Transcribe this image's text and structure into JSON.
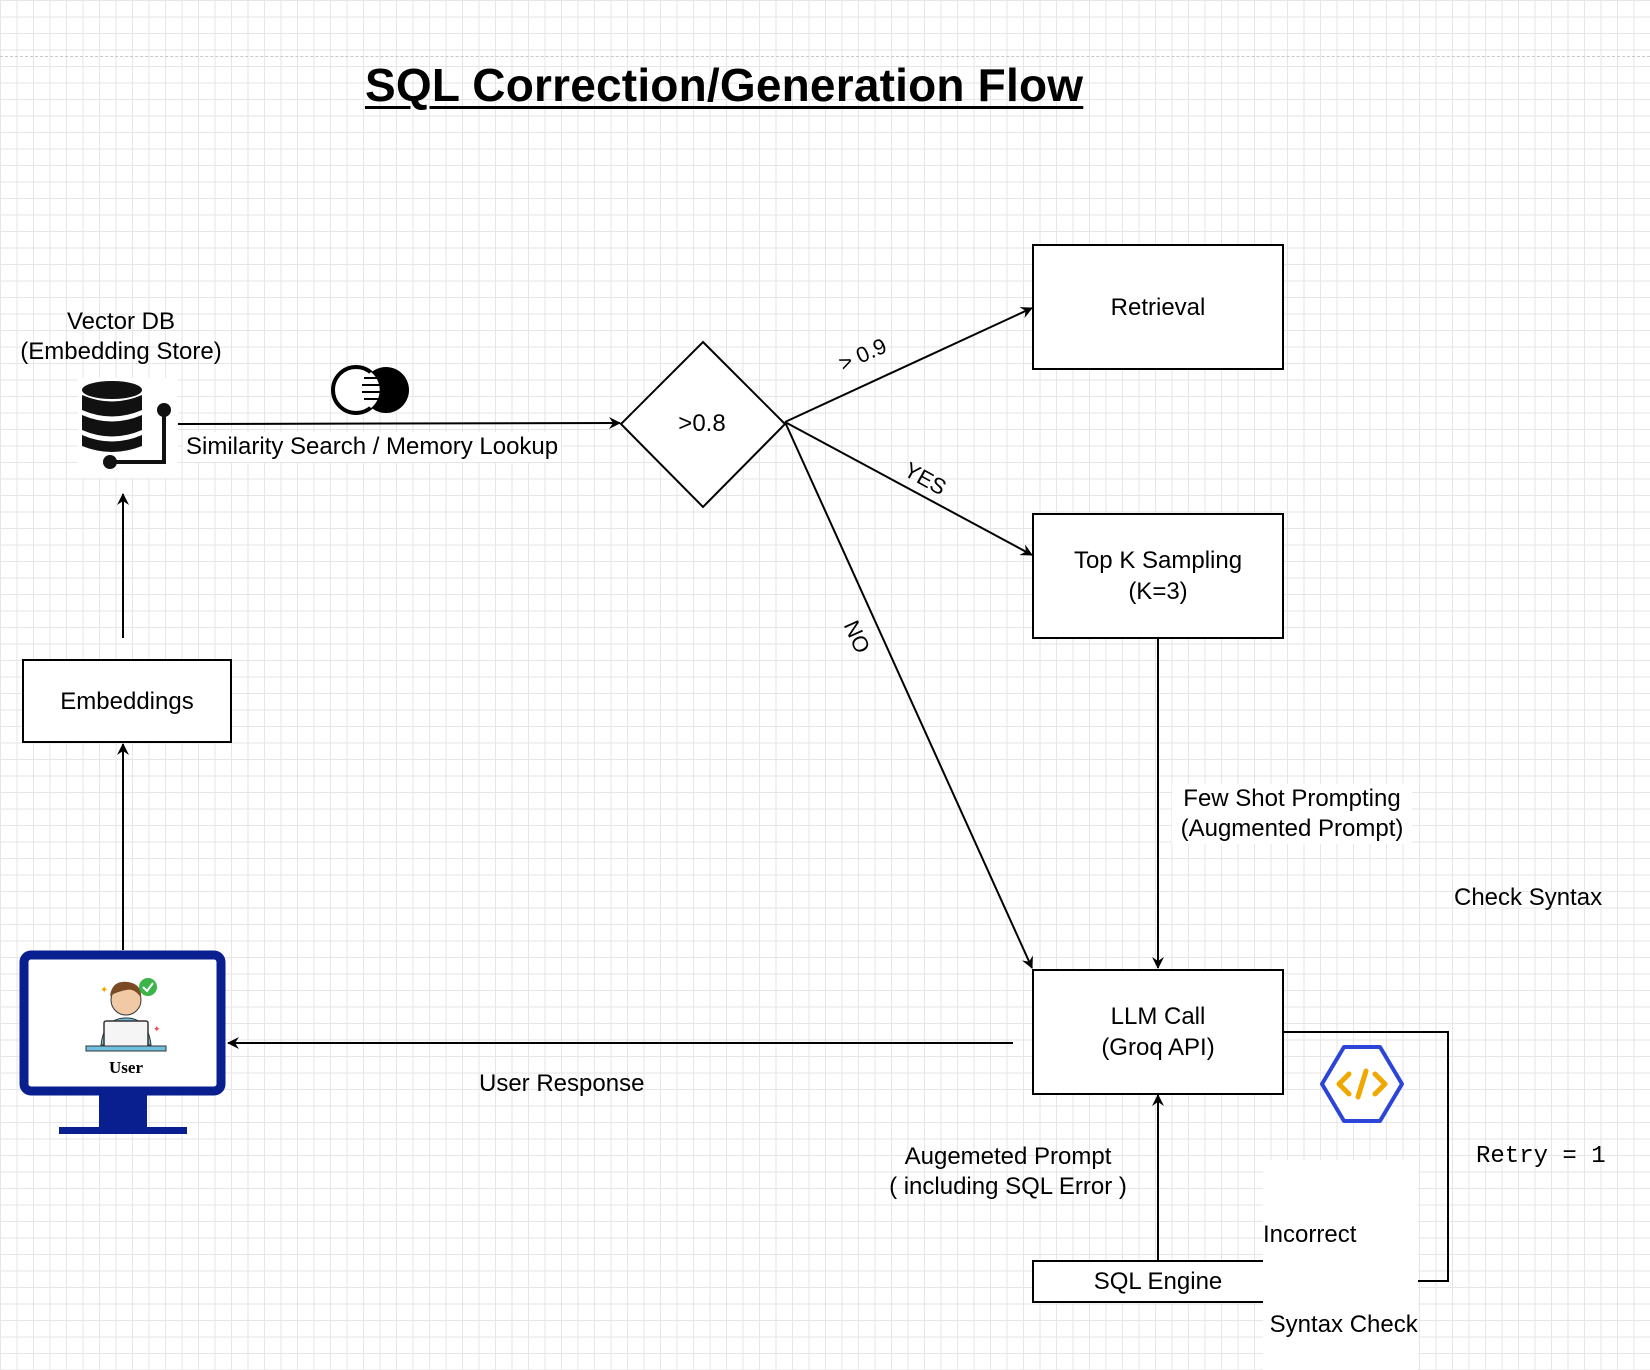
{
  "title": "SQL Correction/Generation Flow",
  "nodes": {
    "vector_db": {
      "line1": "Vector DB",
      "line2": "(Embedding Store)",
      "icon": "database-icon"
    },
    "similarity_icon": "overlap-circles-icon",
    "decision": ">0.8",
    "retrieval": "Retrieval",
    "top_k": {
      "line1": "Top K Sampling",
      "line2": "(K=3)"
    },
    "embeddings": "Embeddings",
    "llm_call": {
      "line1": "LLM Call",
      "line2": "(Groq API)"
    },
    "sql_engine": "SQL Engine",
    "user": {
      "label": "User",
      "icon": "user-monitor-icon"
    },
    "code_icon": "code-icon"
  },
  "edges": {
    "similarity": "Similarity Search / Memory Lookup",
    "gt09": "> 0.9",
    "yes": "YES",
    "no": "NO",
    "few_shot": {
      "line1": "Few Shot Prompting",
      "line2": "(Augmented Prompt)"
    },
    "user_response": "User Response",
    "check_syntax": "Check Syntax",
    "retry": "Retry = 1",
    "incorrect": {
      "line1": "Incorrect",
      "line2": " Syntax Check"
    },
    "augmented": {
      "line1": "Augemeted Prompt",
      "line2": "( including SQL Error )"
    }
  },
  "colors": {
    "monitor": "#0a1f8f",
    "code_icon_border": "#2b45d8",
    "code_icon_glyph": "#f0a800",
    "check_badge": "#3bb54a"
  }
}
